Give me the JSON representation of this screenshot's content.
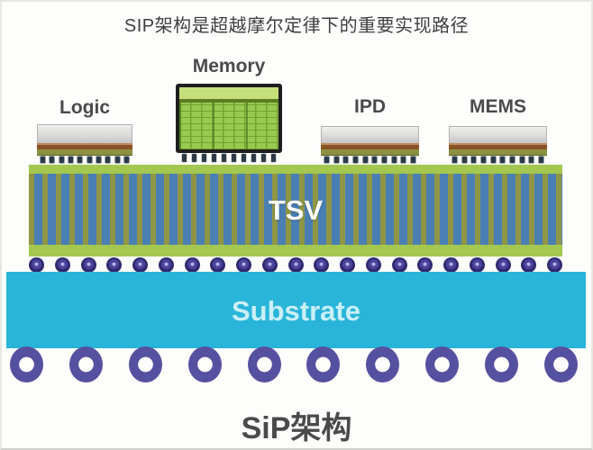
{
  "title": "SIP架构是超越摩尔定律下的重要实现路径",
  "caption": "SiP架构",
  "diagram": {
    "chips": [
      {
        "id": "logic",
        "label": "Logic"
      },
      {
        "id": "memory",
        "label": "Memory"
      },
      {
        "id": "ipd",
        "label": "IPD"
      },
      {
        "id": "mems",
        "label": "MEMS"
      }
    ],
    "chip_bump_count": 10,
    "interposer": {
      "label": "TSV",
      "microbump_count": 21
    },
    "substrate": {
      "label": "Substrate",
      "solder_ball_count": 10
    }
  },
  "colors": {
    "title_text": "#3f3f3f",
    "label_text": "#4a4a4a",
    "caption_text": "#4a4a4a",
    "substrate": "#29b5d9",
    "substrate_text": "#c9eff7",
    "interposer_green": "#a3c74f",
    "tsv_blue": "#4a7fb3",
    "tsv_olive": "#8e9646",
    "tsv_text": "#ffffff",
    "ball_purple": "#4b449c",
    "donut_purple": "#5650a0",
    "chip_brown": "#8a5526",
    "chip_olive": "#8c9140",
    "memory_frame": "#1e1e1e",
    "memory_band": "#c6df7d",
    "memory_divider": "#5d7c21",
    "memory_green": "#97ca4f",
    "memory_grid": "#74a232",
    "bump_dark": "#2c3a45"
  }
}
